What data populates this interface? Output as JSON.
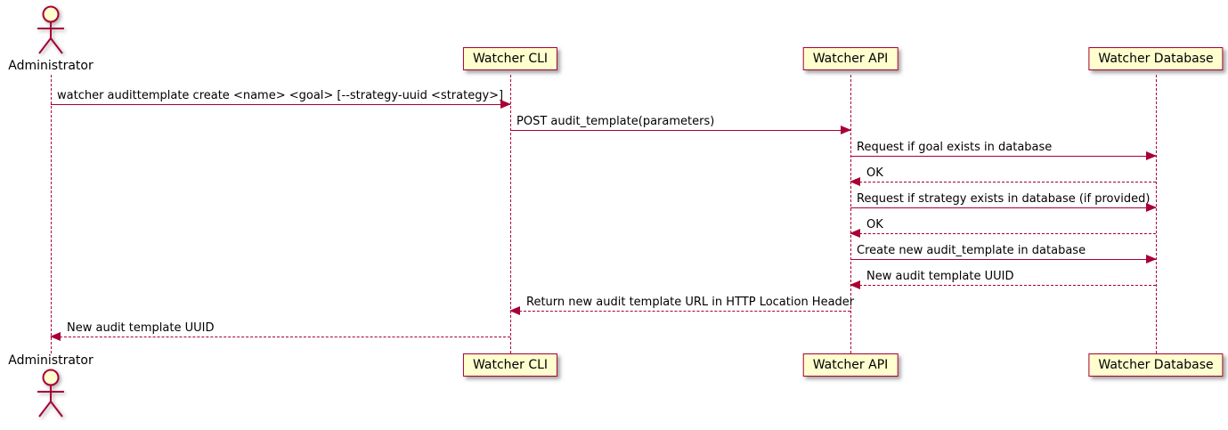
{
  "diagram": {
    "type": "sequence-diagram",
    "actor": {
      "label": "Administrator"
    },
    "participants": [
      {
        "id": "watcher-cli",
        "label": "Watcher CLI"
      },
      {
        "id": "watcher-api",
        "label": "Watcher API"
      },
      {
        "id": "watcher-database",
        "label": "Watcher Database"
      }
    ],
    "messages": [
      {
        "from": "Administrator",
        "to": "Watcher CLI",
        "line": "solid",
        "text": "watcher audittemplate create <name> <goal> [--strategy-uuid <strategy>]"
      },
      {
        "from": "Watcher CLI",
        "to": "Watcher API",
        "line": "solid",
        "text": "POST audit_template(parameters)"
      },
      {
        "from": "Watcher API",
        "to": "Watcher Database",
        "line": "solid",
        "text": "Request if goal exists in database"
      },
      {
        "from": "Watcher Database",
        "to": "Watcher API",
        "line": "dashed",
        "text": "OK"
      },
      {
        "from": "Watcher API",
        "to": "Watcher Database",
        "line": "solid",
        "text": "Request if strategy exists in database (if provided)"
      },
      {
        "from": "Watcher Database",
        "to": "Watcher API",
        "line": "dashed",
        "text": "OK"
      },
      {
        "from": "Watcher API",
        "to": "Watcher Database",
        "line": "solid",
        "text": "Create new audit_template in database"
      },
      {
        "from": "Watcher Database",
        "to": "Watcher API",
        "line": "dashed",
        "text": "New audit template UUID"
      },
      {
        "from": "Watcher API",
        "to": "Watcher CLI",
        "line": "dashed",
        "text": "Return new audit template URL in HTTP Location Header"
      },
      {
        "from": "Watcher CLI",
        "to": "Administrator",
        "line": "dashed",
        "text": "New audit template UUID"
      }
    ],
    "colors": {
      "line": "#A80036",
      "participant_fill": "#FEFECE",
      "participant_border": "#A80036",
      "text": "#000000",
      "background": "#FFFFFF"
    }
  }
}
